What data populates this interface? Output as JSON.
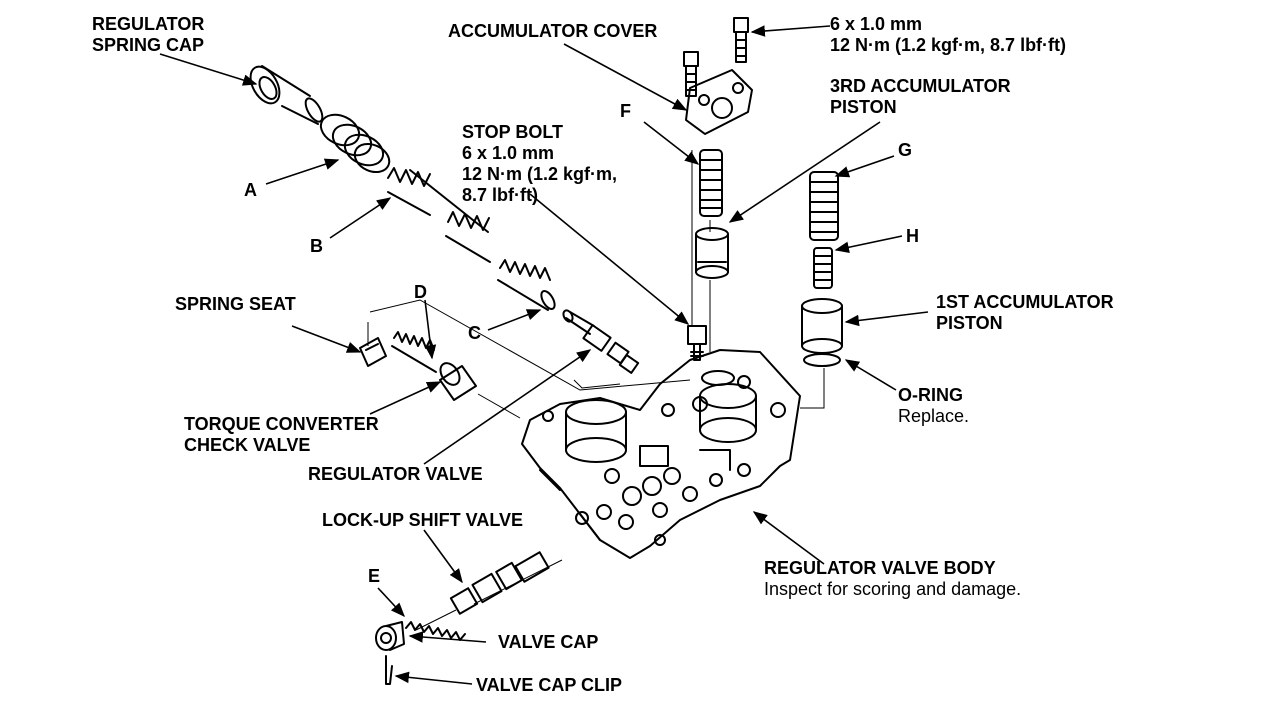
{
  "labels": {
    "regulator_spring_cap": [
      "REGULATOR",
      "SPRING CAP"
    ],
    "accumulator_cover": "ACCUMULATOR COVER",
    "cover_bolt_spec": [
      "6 x 1.0 mm",
      "12 N·m (1.2 kgf·m, 8.7 lbf·ft)"
    ],
    "third_accumulator_piston": [
      "3RD ACCUMULATOR",
      "PISTON"
    ],
    "stop_bolt": [
      "STOP BOLT",
      "6 x 1.0 mm",
      "12 N·m (1.2 kgf·m,",
      "8.7 lbf·ft)"
    ],
    "a": "A",
    "b": "B",
    "c": "C",
    "d": "D",
    "e": "E",
    "f": "F",
    "g": "G",
    "h": "H",
    "spring_seat": "SPRING SEAT",
    "torque_converter_check_valve": [
      "TORQUE CONVERTER",
      "CHECK VALVE"
    ],
    "regulator_valve": "REGULATOR VALVE",
    "lock_up_shift_valve": "LOCK-UP SHIFT VALVE",
    "first_accumulator_piston": [
      "1ST ACCUMULATOR",
      "PISTON"
    ],
    "o_ring": "O-RING",
    "o_ring_note": "Replace.",
    "regulator_valve_body": "REGULATOR VALVE BODY",
    "regulator_valve_body_note": "Inspect for scoring and damage.",
    "valve_cap": "VALVE CAP",
    "valve_cap_clip": "VALVE CAP CLIP"
  }
}
